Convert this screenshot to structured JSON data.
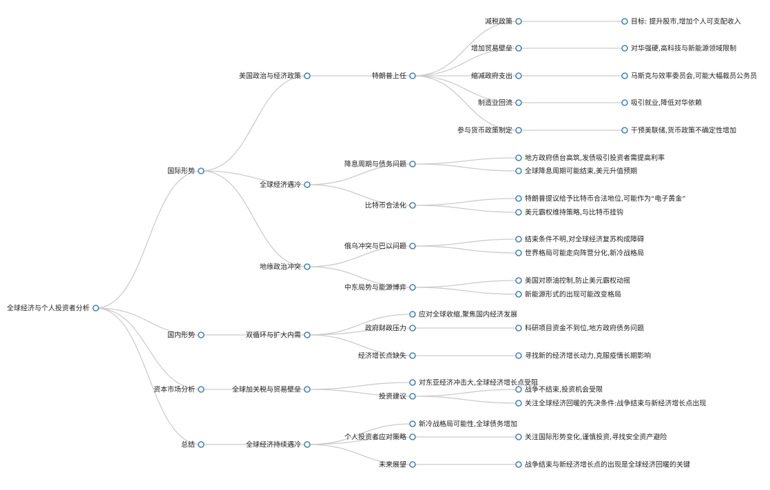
{
  "colors": {
    "link": "#cccccc",
    "node_stroke": "#4682b4",
    "node_fill": "#ffffff",
    "text": "#222222"
  },
  "tree": {
    "id": "root",
    "label": "全球经济与个人投资者分析",
    "children": [
      {
        "id": "intl",
        "label": "国际形势",
        "children": [
          {
            "id": "us",
            "label": "美国政治与经济政策",
            "children": [
              {
                "id": "trump",
                "label": "特朗普上任",
                "children": [
                  {
                    "id": "tax",
                    "label": "减税政策",
                    "children": [
                      {
                        "id": "tax-goal",
                        "label": "目标: 提升股市,增加个人可支配收入"
                      }
                    ]
                  },
                  {
                    "id": "trade",
                    "label": "增加贸易壁垒",
                    "children": [
                      {
                        "id": "trade-china",
                        "label": "对华强硬,高科技与新能源领域限制"
                      }
                    ]
                  },
                  {
                    "id": "spend",
                    "label": "缩减政府支出",
                    "children": [
                      {
                        "id": "spend-musk",
                        "label": "马斯克与效率委员会,可能大幅裁员公务员"
                      }
                    ]
                  },
                  {
                    "id": "mfg",
                    "label": "制造业回流",
                    "children": [
                      {
                        "id": "mfg-jobs",
                        "label": "吸引就业,降低对华依赖"
                      }
                    ]
                  },
                  {
                    "id": "monetary",
                    "label": "参与货币政策制定",
                    "children": [
                      {
                        "id": "monetary-fed",
                        "label": "干预美联储,货币政策不确定性增加"
                      }
                    ]
                  }
                ]
              }
            ]
          },
          {
            "id": "cool",
            "label": "全球经济遇冷",
            "children": [
              {
                "id": "rate",
                "label": "降息周期与债务问题",
                "children": [
                  {
                    "id": "rate-local",
                    "label": "地方政府债台高筑,发债吸引投资者需提高利率"
                  },
                  {
                    "id": "rate-usd",
                    "label": "全球降息周期可能结束,美元升值预期"
                  }
                ]
              },
              {
                "id": "btc",
                "label": "比特币合法化",
                "children": [
                  {
                    "id": "btc-gold",
                    "label": "特朗普提议给予比特币合法地位,可能作为“电子黄金”"
                  },
                  {
                    "id": "btc-usd",
                    "label": "美元霸权维持策略,与比特币挂钩"
                  }
                ]
              }
            ]
          },
          {
            "id": "geo",
            "label": "地缘政治冲突",
            "children": [
              {
                "id": "war",
                "label": "俄乌冲突与巴以问题",
                "children": [
                  {
                    "id": "war-end",
                    "label": "结束条件不明,对全球经济复苏构成障碍"
                  },
                  {
                    "id": "war-world",
                    "label": "世界格局可能走向阵营分化,新冷战格局"
                  }
                ]
              },
              {
                "id": "mideast",
                "label": "中东局势与能源博弈",
                "children": [
                  {
                    "id": "me-oil",
                    "label": "美国对原油控制,防止美元霸权动摇"
                  },
                  {
                    "id": "me-energy",
                    "label": "新能源形式的出现可能改变格局"
                  }
                ]
              }
            ]
          }
        ]
      },
      {
        "id": "dom",
        "label": "国内形势",
        "children": [
          {
            "id": "dual",
            "label": "双循环与扩大内需",
            "children": [
              {
                "id": "dual-focus",
                "label": "应对全球收缩,聚焦国内经济发展"
              },
              {
                "id": "fiscal",
                "label": "政府财政压力",
                "children": [
                  {
                    "id": "fiscal-rd",
                    "label": "科研项目资金不到位,地方政府债务问题"
                  }
                ]
              },
              {
                "id": "growth",
                "label": "经济增长点缺失",
                "children": [
                  {
                    "id": "growth-new",
                    "label": "寻找新的经济增长动力,克服疫情长期影响"
                  }
                ]
              }
            ]
          }
        ]
      },
      {
        "id": "cap",
        "label": "资本市场分析",
        "children": [
          {
            "id": "tariff",
            "label": "全球加关税与贸易壁垒",
            "children": [
              {
                "id": "tariff-ea",
                "label": "对东亚经济冲击大,全球经济增长点受阻"
              },
              {
                "id": "advice",
                "label": "投资建议",
                "children": [
                  {
                    "id": "advice-war",
                    "label": "战争不结束,投资机会受限"
                  },
                  {
                    "id": "advice-watch",
                    "label": "关注全球经济回暖的先决条件:战争结束与新经济增长点出现"
                  }
                ]
              }
            ]
          }
        ]
      },
      {
        "id": "sum",
        "label": "总结",
        "children": [
          {
            "id": "sumcool",
            "label": "全球经济持续遇冷",
            "children": [
              {
                "id": "sum-cold",
                "label": "新冷战格局可能性,全球债务增加"
              },
              {
                "id": "indiv",
                "label": "个人投资者应对策略",
                "children": [
                  {
                    "id": "indiv-watch",
                    "label": "关注国际形势变化,谨慎投资,寻找安全资产避险"
                  }
                ]
              },
              {
                "id": "future",
                "label": "未来展望",
                "children": [
                  {
                    "id": "future-key",
                    "label": "战争结束与新经济增长点的出现是全球经济回暖的关键"
                  }
                ]
              }
            ]
          }
        ]
      }
    ]
  }
}
